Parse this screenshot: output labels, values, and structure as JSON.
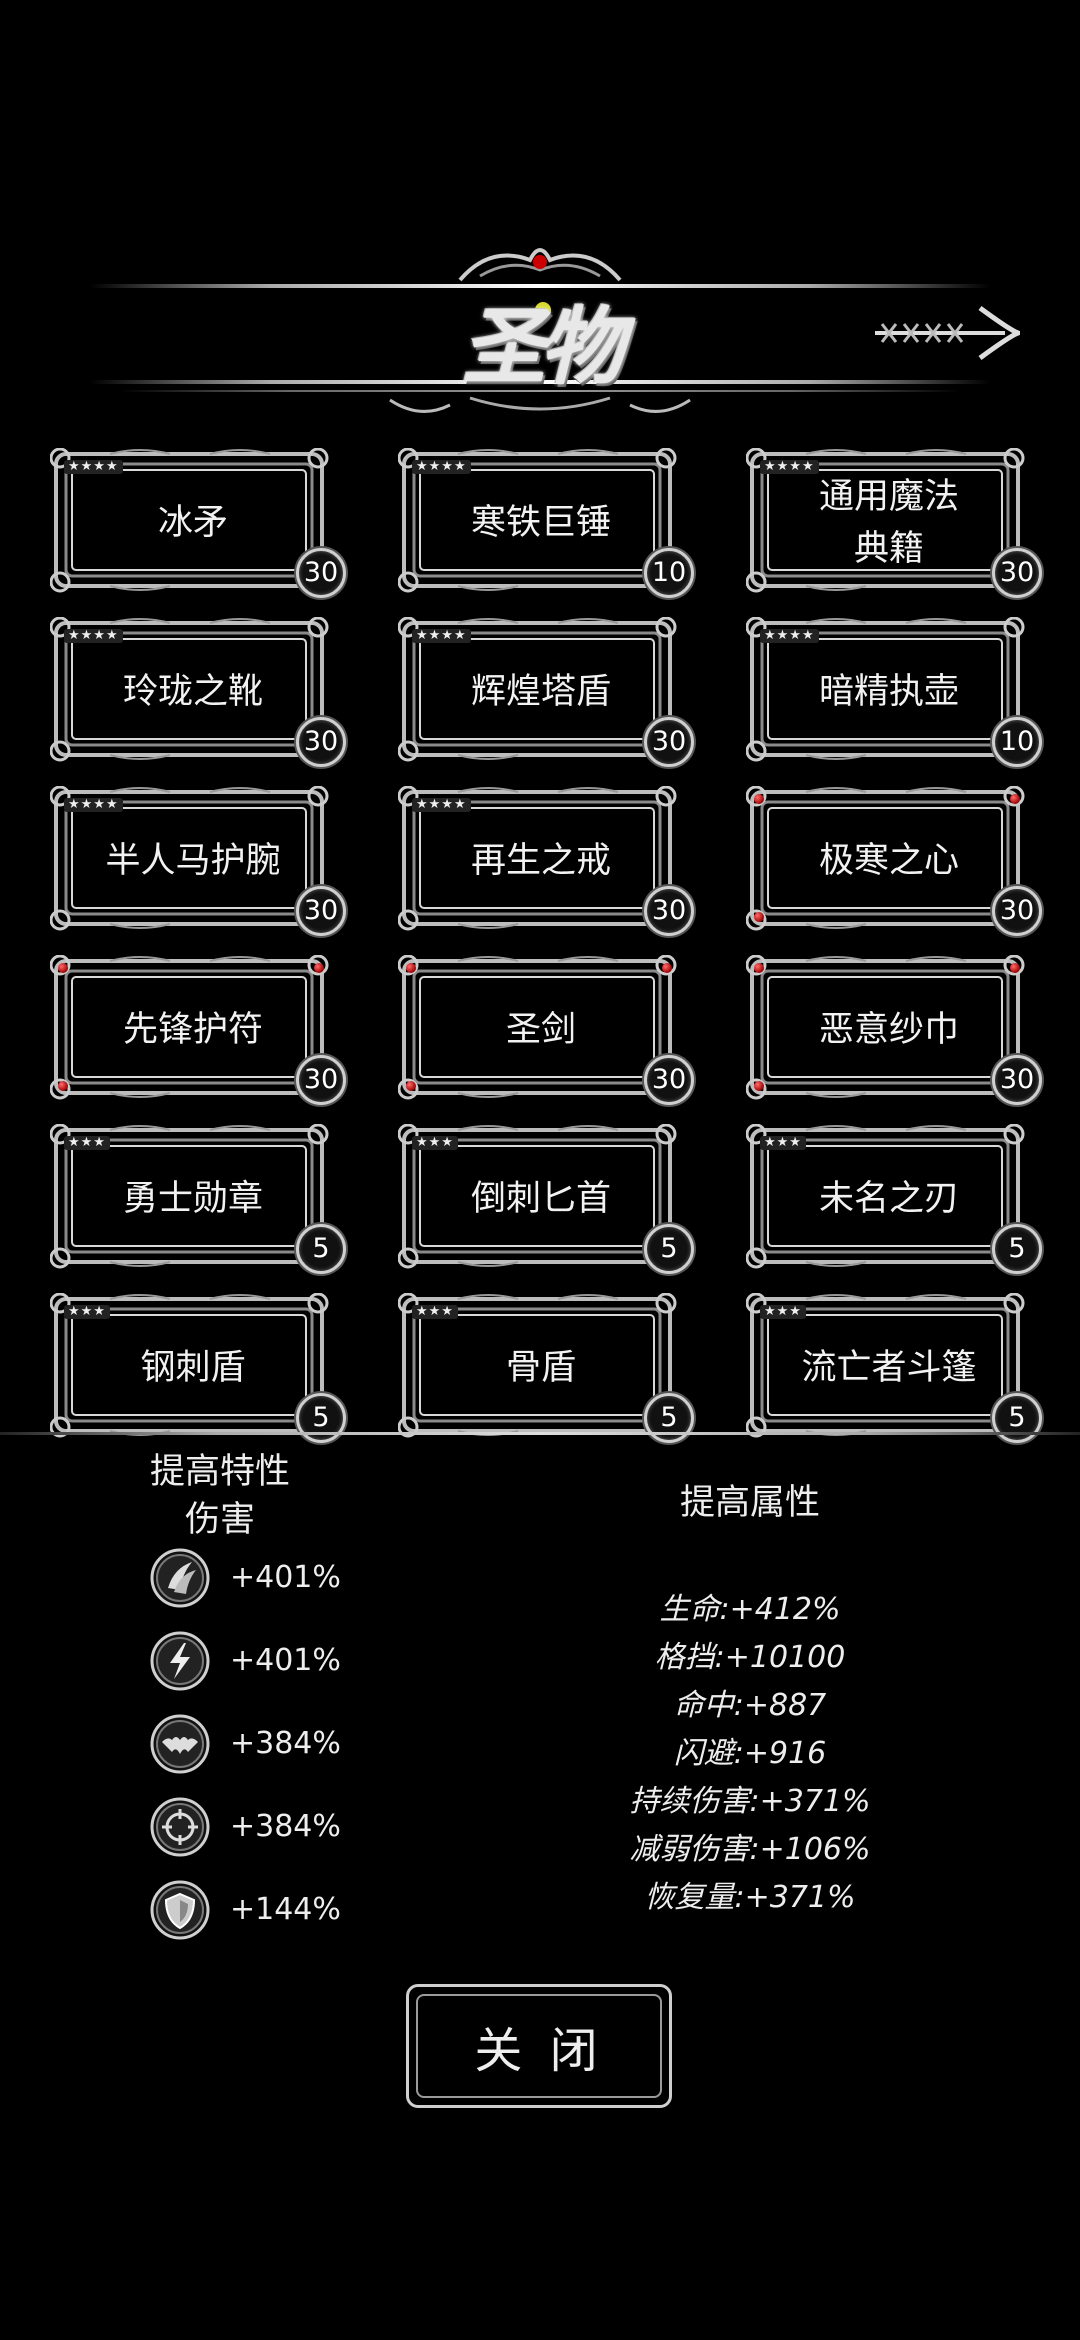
{
  "header": {
    "title": "圣物",
    "close_icon": "arrow-close-icon"
  },
  "relics": [
    {
      "name": "冰矛",
      "stars": "★★★★",
      "level": "30",
      "ornate": false
    },
    {
      "name": "寒铁巨锤",
      "stars": "★★★★",
      "level": "10",
      "ornate": false
    },
    {
      "name": "通用魔法典籍",
      "stars": "★★★★",
      "level": "30",
      "ornate": false
    },
    {
      "name": "玲珑之靴",
      "stars": "★★★★",
      "level": "30",
      "ornate": false
    },
    {
      "name": "辉煌塔盾",
      "stars": "★★★★",
      "level": "30",
      "ornate": false
    },
    {
      "name": "暗精执壶",
      "stars": "★★★★",
      "level": "10",
      "ornate": false
    },
    {
      "name": "半人马护腕",
      "stars": "★★★★",
      "level": "30",
      "ornate": false
    },
    {
      "name": "再生之戒",
      "stars": "★★★★",
      "level": "30",
      "ornate": false
    },
    {
      "name": "极寒之心",
      "stars": "",
      "level": "30",
      "ornate": true
    },
    {
      "name": "先锋护符",
      "stars": "",
      "level": "30",
      "ornate": true
    },
    {
      "name": "圣剑",
      "stars": "",
      "level": "30",
      "ornate": true
    },
    {
      "name": "恶意纱巾",
      "stars": "",
      "level": "30",
      "ornate": true
    },
    {
      "name": "勇士勋章",
      "stars": "★★★",
      "level": "5",
      "ornate": false
    },
    {
      "name": "倒刺匕首",
      "stars": "★★★",
      "level": "5",
      "ornate": false
    },
    {
      "name": "未名之刃",
      "stars": "★★★",
      "level": "5",
      "ornate": false
    },
    {
      "name": "钢刺盾",
      "stars": "★★★",
      "level": "5",
      "ornate": false
    },
    {
      "name": "骨盾",
      "stars": "★★★",
      "level": "5",
      "ornate": false
    },
    {
      "name": "流亡者斗篷",
      "stars": "★★★",
      "level": "5",
      "ornate": false
    }
  ],
  "features": {
    "title": "提高特性伤害",
    "items": [
      {
        "icon": "claw-icon",
        "value": "+401%"
      },
      {
        "icon": "lightning-icon",
        "value": "+401%"
      },
      {
        "icon": "bat-icon",
        "value": "+384%"
      },
      {
        "icon": "crosshair-icon",
        "value": "+384%"
      },
      {
        "icon": "shield-icon",
        "value": "+144%"
      }
    ]
  },
  "attributes": {
    "title": "提高属性",
    "items": [
      "生命:+412%",
      "格挡:+10100",
      "命中:+887",
      "闪避:+916",
      "持续伤害:+371%",
      "减弱伤害:+106%",
      "恢复量:+371%"
    ]
  },
  "footer": {
    "close_label": "关 闭"
  }
}
